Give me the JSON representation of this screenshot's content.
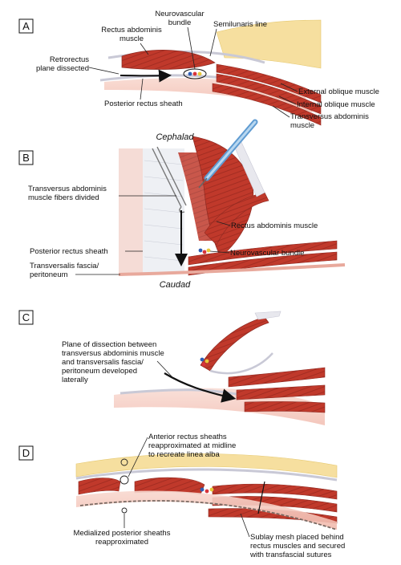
{
  "panels": {
    "a": {
      "letter": "A",
      "labels": {
        "rectus_abdominis": [
          "Rectus abdominis",
          "muscle"
        ],
        "neurovascular": [
          "Neurovascular",
          "bundle"
        ],
        "semilunaris": "Semilunaris line",
        "retrorectus": [
          "Retrorectus",
          "plane dissected"
        ],
        "posterior_sheath": "Posterior rectus sheath",
        "external_oblique": "External oblique muscle",
        "internal_oblique": "Internal oblique muscle",
        "transversus": [
          "Transversus abdominis",
          "muscle"
        ]
      }
    },
    "b": {
      "letter": "B",
      "labels": {
        "cephalad": "Cephalad",
        "caudad": "Caudad",
        "fibers_divided": [
          "Transversus abdominis",
          "muscle fibers divided"
        ],
        "rectus_abdominis": "Rectus abdominis muscle",
        "neurovascular": "Neurovascular bundle",
        "posterior_sheath": "Posterior rectus sheath",
        "fascia": [
          "Transversalis fascia/",
          "peritoneum"
        ]
      }
    },
    "c": {
      "letter": "C",
      "labels": {
        "plane": [
          "Plane of dissection between",
          "transversus abdominis muscle",
          "and transversalis fascia/",
          "peritoneum developed",
          "laterally"
        ]
      }
    },
    "d": {
      "letter": "D",
      "labels": {
        "anterior": [
          "Anterior rectus sheaths",
          "reapproximated at midline",
          "to recreate linea alba"
        ],
        "medialized": [
          "Medialized posterior sheaths",
          "reapproximated"
        ],
        "mesh": [
          "Sublay mesh placed behind",
          "rectus muscles and secured",
          "with transfascial sutures"
        ]
      }
    }
  },
  "colors": {
    "muscle": "#c0392b",
    "muscle_dark": "#8e2a22",
    "fat": "#f6df9f",
    "peritoneum": "#f3c3b8",
    "sheath": "#e8e8ee",
    "nerve": "#e8c83a",
    "artery": "#d8343a",
    "vein": "#2f5fb5",
    "mesh": "#7a6a63",
    "instrument": "#9fc7e8"
  }
}
